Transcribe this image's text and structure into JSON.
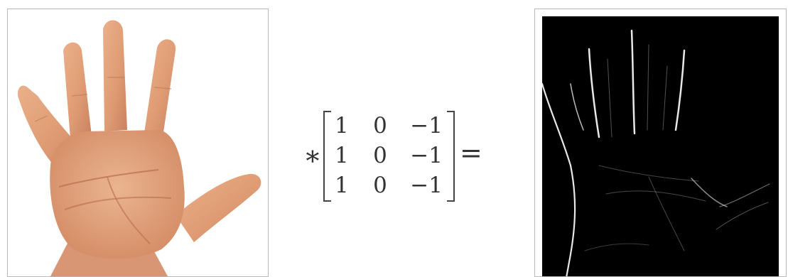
{
  "input_image": {
    "subject": "hand-photo",
    "frame": "light-gray"
  },
  "operators": {
    "convolution": "∗",
    "equals": "="
  },
  "kernel": [
    [
      "1",
      "0",
      "−1"
    ],
    [
      "1",
      "0",
      "−1"
    ],
    [
      "1",
      "0",
      "−1"
    ]
  ],
  "output_image": {
    "subject": "vertical-edge-map",
    "background": "#000000"
  },
  "colors": {
    "skin": "#e3a47c",
    "skin_shadow": "#c4775a",
    "edge": "#e8e8e8",
    "frame": "#b9b9b9"
  }
}
